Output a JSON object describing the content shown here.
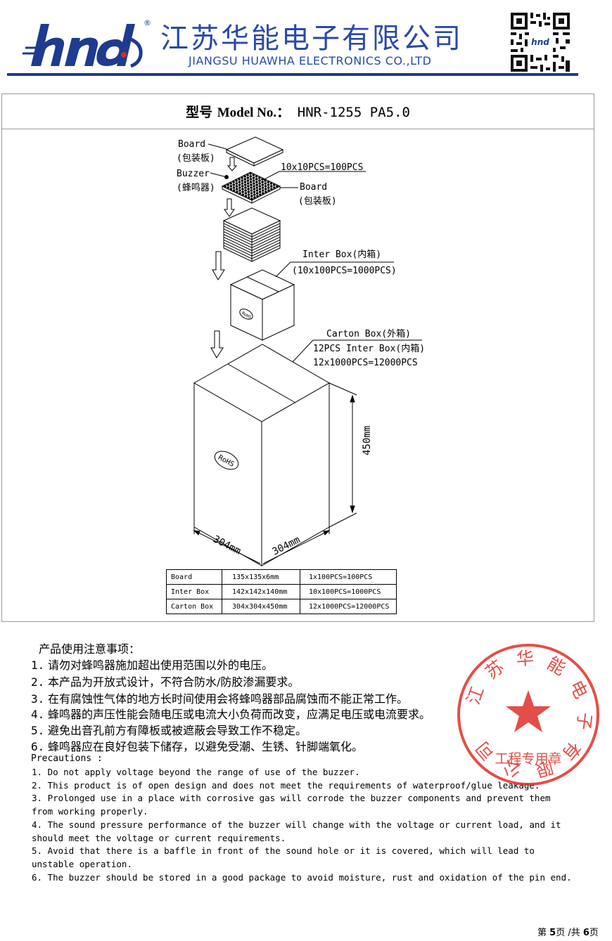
{
  "header": {
    "logo_text": "hnd",
    "registered_mark": "®",
    "company_cn": "江苏华能电子有限公司",
    "company_en": "JIANGSU HUAWHA ELECTRONICS CO.,LTD",
    "qr_logo_text": "hnd",
    "brand_color": "#1f3b8f"
  },
  "title": {
    "label_cn": "型号",
    "label_en": "Model No.：",
    "model": "HNR-1255 PA5.0"
  },
  "diagram": {
    "board_label": "Board",
    "board_label_cn": "(包装板)",
    "buzzer_label": "Buzzer",
    "buzzer_label_cn": "(蜂鸣器)",
    "board2_label": "Board",
    "board2_label_cn": "(包装板)",
    "per_board": "10x10PCS=100PCS",
    "inter_box_label": "Inter Box(内箱)",
    "inter_box_qty": "(10x100PCS=1000PCS)",
    "carton_label": "Carton Box(外箱)",
    "carton_inner": "12PCS Inter Box(内箱)",
    "carton_qty": "12x1000PCS=12000PCS",
    "height_dim": "450mm",
    "width_dim": "304mm",
    "depth_dim": "304mm",
    "rohs": "RoHS"
  },
  "spec_table": {
    "rows": [
      {
        "name": "Board",
        "size": "135x135x6mm",
        "qty": "1x100PCS=100PCS"
      },
      {
        "name": "Inter Box",
        "size": "142x142x140mm",
        "qty": "10x100PCS=1000PCS"
      },
      {
        "name": "Carton Box",
        "size": "304x304x450mm",
        "qty": "12x1000PCS=12000PCS"
      }
    ]
  },
  "notes_cn": {
    "heading": "产品使用注意事项：",
    "items": [
      {
        "num": "1.",
        "text": "请勿对蜂鸣器施加超出使用范围以外的电压。"
      },
      {
        "num": "2.",
        "text": "本产品为开放式设计，不符合防水/防胶渗漏要求。"
      },
      {
        "num": "3.",
        "text": "在有腐蚀性气体的地方长时间使用会将蜂鸣器部品腐蚀而不能正常工作。"
      },
      {
        "num": "4.",
        "text": "蜂鸣器的声压性能会随电压或电流大小负荷而改变，应满足电压或电流要求。"
      },
      {
        "num": "5.",
        "text": "避免出音孔前方有障板或被遮蔽会导致工作不稳定。"
      },
      {
        "num": "6.",
        "text": "蜂鸣器应在良好包装下储存，以避免受潮、生锈、针脚端氧化。"
      }
    ]
  },
  "precautions": {
    "heading": "Precautions  :",
    "items": [
      {
        "line1": "1. Do not apply voltage beyond the range of use of the buzzer.",
        "line2": ""
      },
      {
        "line1": "2. This product is of open design and does not meet the requirements of waterproof/glue leakage.",
        "line2": ""
      },
      {
        "line1": "3. Prolonged use in a place with corrosive gas will corrode the buzzer components and prevent them",
        "line2": "from working properly."
      },
      {
        "line1": "4. The sound pressure performance of the buzzer will change with the voltage or current load, and it",
        "line2": "should meet the voltage or current requirements."
      },
      {
        "line1": "5. Avoid that there is a baffle in front of the sound hole or it is covered, which will lead to",
        "line2": "unstable operation."
      },
      {
        "line1": "6. The buzzer should be stored in a good package to avoid moisture, rust and oxidation of the pin end.",
        "line2": ""
      }
    ]
  },
  "stamp": {
    "ring_text": "江苏华能电子有限公司",
    "bottom_text": "工程专用章",
    "color": "#e0302a"
  },
  "footer": {
    "prefix": "第 ",
    "page": "5",
    "middle": "页 /共 ",
    "total": "6",
    "suffix": "页"
  }
}
